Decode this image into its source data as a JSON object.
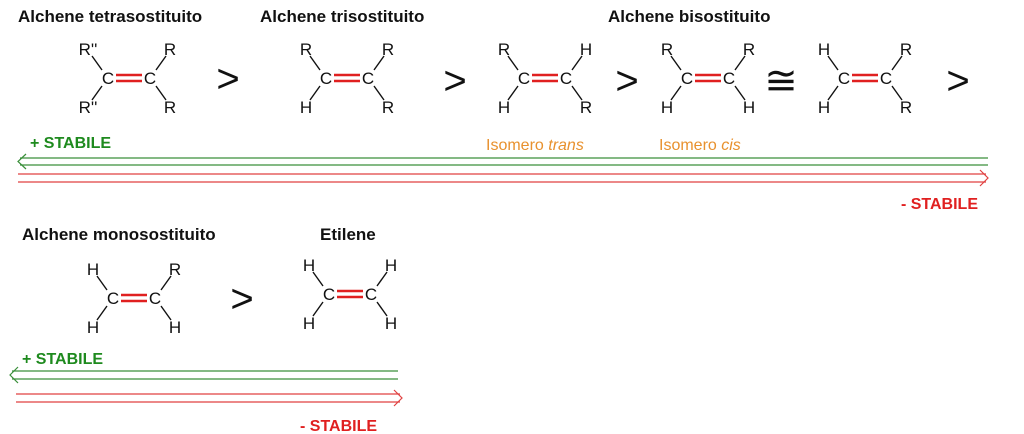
{
  "titles": {
    "tetra": "Alchene tetrasostituito",
    "tri": "Alchene trisostituito",
    "bis": "Alchene bisostituito",
    "mono": "Alchene monosostituito",
    "etilene": "Etilene"
  },
  "molecules": [
    {
      "name": "tetrasubstituted",
      "carbon": "C",
      "top_left": "R''",
      "bottom_left": "R''",
      "top_right": "R",
      "bottom_right": "R"
    },
    {
      "name": "trisubstituted",
      "carbon": "C",
      "top_left": "R",
      "bottom_left": "H",
      "top_right": "R",
      "bottom_right": "R"
    },
    {
      "name": "trans-disubstituted",
      "carbon": "C",
      "top_left": "R",
      "bottom_left": "H",
      "top_right": "H",
      "bottom_right": "R"
    },
    {
      "name": "cis-disubstituted",
      "carbon": "C",
      "top_left": "R",
      "bottom_left": "H",
      "top_right": "R",
      "bottom_right": "H"
    },
    {
      "name": "geminal-disubstituted",
      "carbon": "C",
      "top_left": "H",
      "bottom_left": "H",
      "top_right": "R",
      "bottom_right": "R"
    },
    {
      "name": "monosubstituted",
      "carbon": "C",
      "top_left": "H",
      "bottom_left": "H",
      "top_right": "R",
      "bottom_right": "H"
    },
    {
      "name": "ethylene",
      "carbon": "C",
      "top_left": "H",
      "bottom_left": "H",
      "top_right": "H",
      "bottom_right": "H"
    }
  ],
  "relations": [
    ">",
    ">",
    ">",
    "≅",
    ">",
    ">"
  ],
  "isomers": {
    "trans_prefix": "Isomero ",
    "trans_italic": "trans",
    "cis_prefix": "Isomero ",
    "cis_italic": "cis"
  },
  "stability": {
    "more": "+ STABILE",
    "less": "- STABILE"
  },
  "colors": {
    "more": "#1e8a1e",
    "less": "#e02020",
    "isomer": "#e8912e",
    "bond": "#e02020",
    "more_line": "#3a8f3a",
    "less_line": "#e04040"
  }
}
